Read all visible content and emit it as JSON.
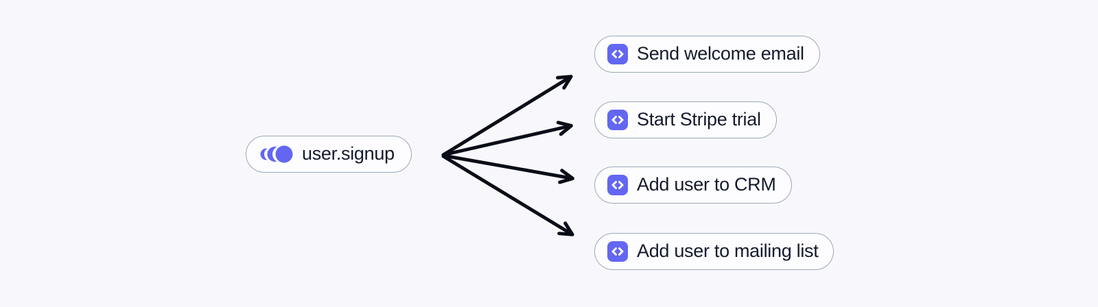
{
  "diagram": {
    "title": "event fan-out diagram",
    "event_node": {
      "label": "user.signup",
      "icon": "event-pulse-icon"
    },
    "job_nodes": [
      {
        "label": "Send welcome email",
        "icon": "code-icon"
      },
      {
        "label": "Start Stripe trial",
        "icon": "code-icon"
      },
      {
        "label": "Add user to CRM",
        "icon": "code-icon"
      },
      {
        "label": "Add user to mailing list",
        "icon": "code-icon"
      }
    ],
    "colors": {
      "accent_indigo": "#6366f1",
      "node_fill": "#fdfdff",
      "node_border": "#9ba7b9",
      "text": "#151b2c",
      "arrow": "#0a0d17",
      "background": "#f8f8fc"
    },
    "arrow_count": 4
  }
}
